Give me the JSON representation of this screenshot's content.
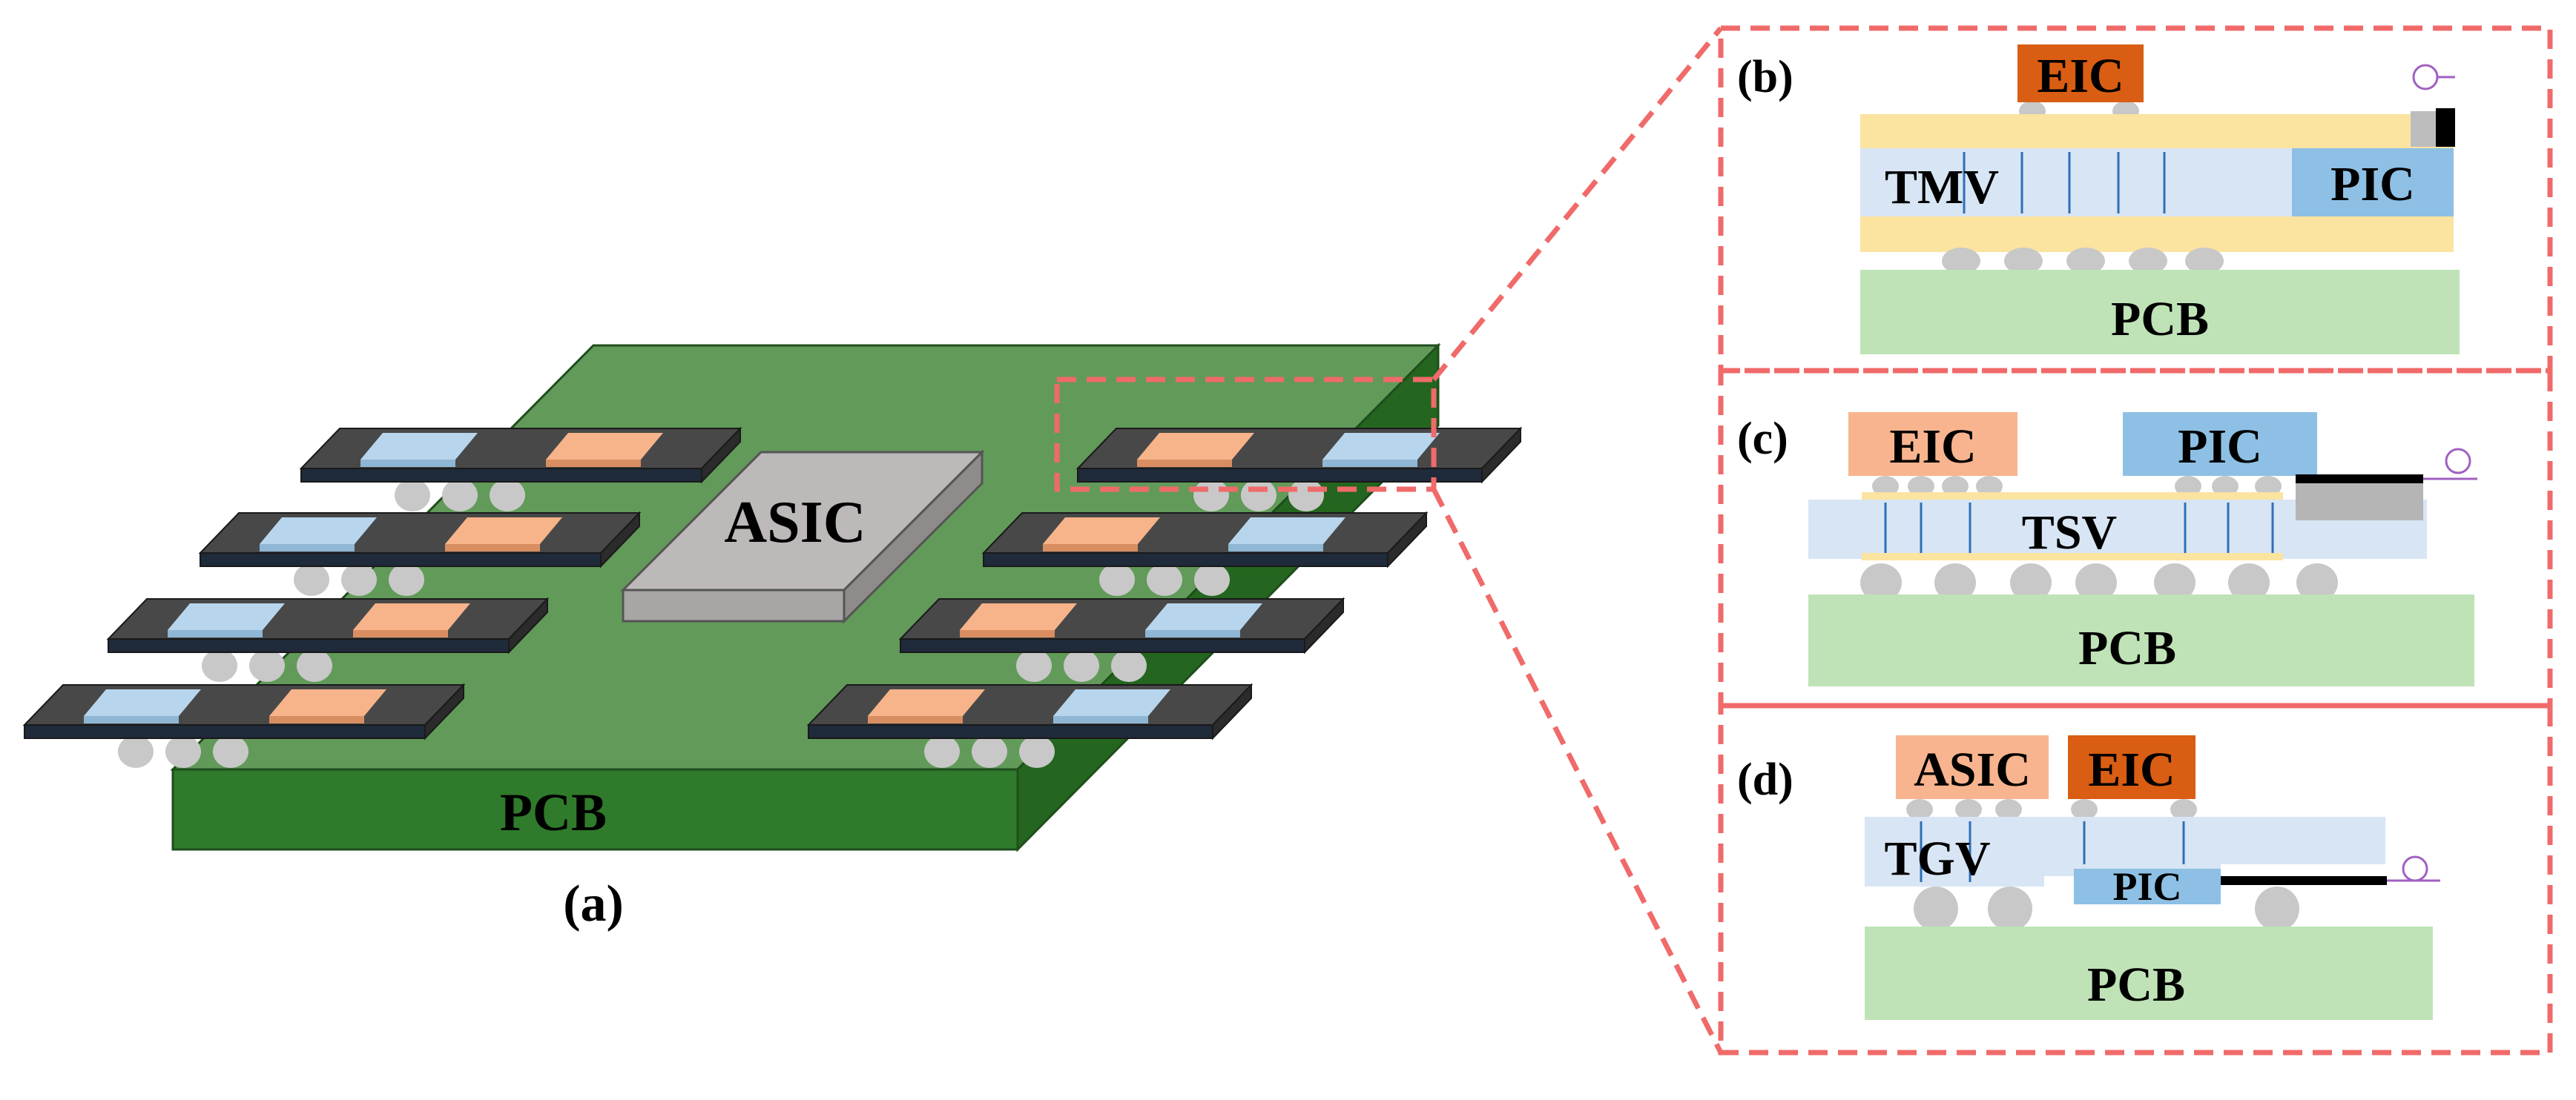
{
  "figure_labels": {
    "a": "(a)",
    "b": "(b)",
    "c": "(c)",
    "d": "(d)"
  },
  "main": {
    "board_label": "PCB",
    "asic_label": "ASIC"
  },
  "panel_b": {
    "eic": "EIC",
    "tmv": "TMV",
    "pic": "PIC",
    "pcb": "PCB"
  },
  "panel_c": {
    "eic": "EIC",
    "pic": "PIC",
    "tsv": "TSV",
    "pcb": "PCB"
  },
  "panel_d": {
    "asic": "ASIC",
    "eic": "EIC",
    "tgv": "TGV",
    "pic": "PIC",
    "pcb": "PCB"
  },
  "colors": {
    "pcb_3d_top": "#629a5a",
    "pcb_3d_front": "#2f7a2b",
    "pcb_3d_side": "#24661f",
    "module": "#484848",
    "pic_chip": "#b7d6ee",
    "eic_chip": "#f7b48a",
    "asic": "#bdb9b9",
    "dashed_red": "#f06a6a",
    "substrate_pcb": "#bfe3b7",
    "interposer": "#d8e5f4",
    "redistribution": "#fbe3a0",
    "eic_dark": "#d95d12",
    "eic_light": "#f8b48e",
    "pic_blue": "#8dc0e4",
    "bump": "#c8c8c8"
  }
}
